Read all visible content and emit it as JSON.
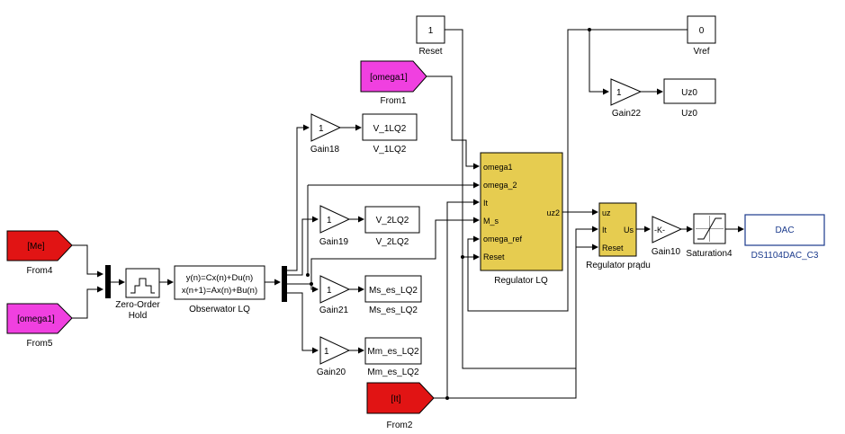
{
  "colors": {
    "goto_red": "#e11414",
    "goto_pink": "#f040e0",
    "subsystem_yellow": "#e6cc50",
    "dac_border": "#1a3a8c",
    "dac_text": "#1a3a8c",
    "wire": "#000000"
  },
  "blocks": {
    "reset_const": {
      "value": "1",
      "label": "Reset"
    },
    "vref_const": {
      "value": "0",
      "label": "Vref"
    },
    "from1": {
      "text": "[omega1]",
      "label": "From1"
    },
    "from4": {
      "text": "[Me]",
      "label": "From4"
    },
    "from5": {
      "text": "[omega1]",
      "label": "From5"
    },
    "from2": {
      "text": "[It]",
      "label": "From2"
    },
    "zoh": {
      "label": "Zero-Order",
      "label2": "Hold"
    },
    "observer": {
      "line1": "y(n)=Cx(n)+Du(n)",
      "line2": "x(n+1)=Ax(n)+Bu(n)",
      "label": "Obserwator LQ"
    },
    "gain18": {
      "value": "1",
      "label": "Gain18"
    },
    "gain19": {
      "value": "1",
      "label": "Gain19"
    },
    "gain20": {
      "value": "1",
      "label": "Gain20"
    },
    "gain21": {
      "value": "1",
      "label": "Gain21"
    },
    "gain22": {
      "value": "1",
      "label": "Gain22"
    },
    "gain10": {
      "value": "-K-",
      "label": "Gain10"
    },
    "disp_v1": {
      "text": "V_1LQ2",
      "label": "V_1LQ2"
    },
    "disp_v2": {
      "text": "V_2LQ2",
      "label": "V_2LQ2"
    },
    "disp_ms": {
      "text": "Ms_es_LQ2",
      "label": "Ms_es_LQ2"
    },
    "disp_mm": {
      "text": "Mm_es_LQ2",
      "label": "Mm_es_LQ2"
    },
    "disp_uz0": {
      "text": "Uz0",
      "label": "Uz0"
    },
    "reg_lq": {
      "label": "Regulator LQ",
      "inputs": [
        "omega1",
        "omega_2",
        "It",
        "M_s",
        "omega_ref",
        "Reset"
      ],
      "output": "uz2"
    },
    "reg_i": {
      "label": "Regulator prądu",
      "inputs": [
        "uz",
        "It",
        "Reset"
      ],
      "output": "Us"
    },
    "saturation": {
      "label": "Saturation4"
    },
    "dac": {
      "text": "DAC",
      "label": "DS1104DAC_C3"
    }
  }
}
